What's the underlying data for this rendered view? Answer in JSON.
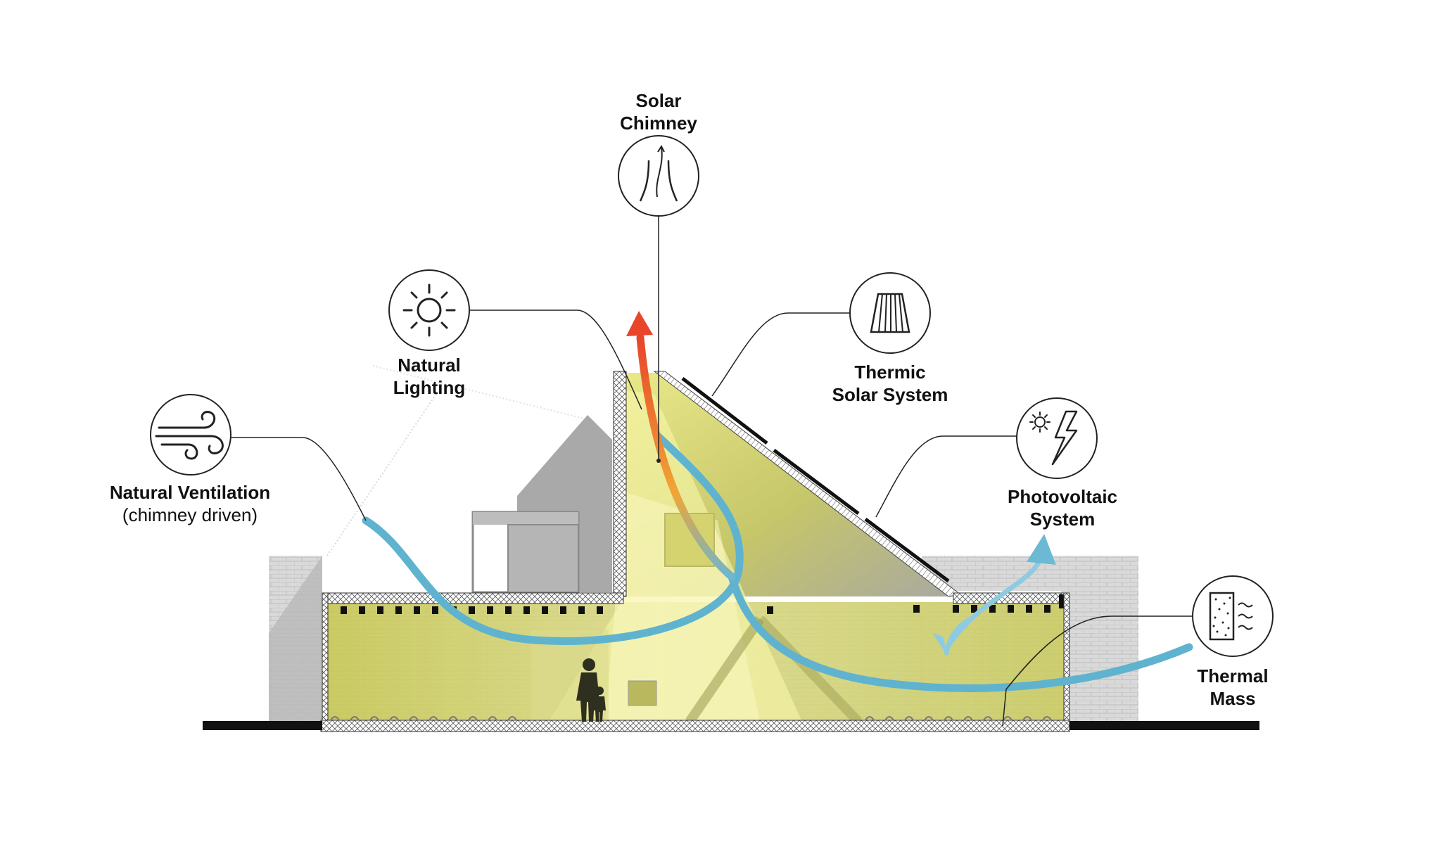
{
  "colors": {
    "airflow_cool": "#5fb3cf",
    "airflow_warm": "#e8582e",
    "interior_fill": "#cfd05a",
    "light_beam": "#f3f19c",
    "wall_gray": "#a9a9a9",
    "ground": "#111111"
  },
  "labels": {
    "solar_chimney": [
      "Solar",
      "Chimney"
    ],
    "natural_lighting": [
      "Natural",
      "Lighting"
    ],
    "natural_ventilation": {
      "title": "Natural Ventilation",
      "subtitle": "(chimney driven)"
    },
    "thermic_solar": [
      "Thermic",
      "Solar System"
    ],
    "photovoltaic": [
      "Photovoltaic",
      "System"
    ],
    "thermal_mass": [
      "Thermal",
      "Mass"
    ]
  },
  "icons": {
    "solar_chimney": "chimney-draft-icon",
    "natural_lighting": "sun-icon",
    "natural_ventilation": "wind-icon",
    "thermic_solar": "solar-collector-icon",
    "photovoltaic": "sun-lightning-icon",
    "thermal_mass": "thermal-mass-icon"
  }
}
